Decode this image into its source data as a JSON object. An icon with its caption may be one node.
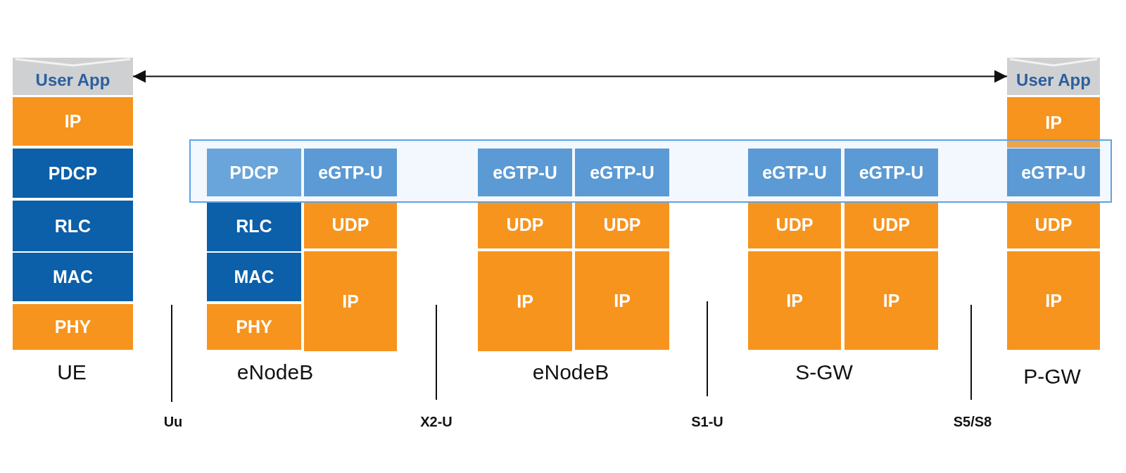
{
  "diagram": {
    "nodes": [
      {
        "text": [
          "User App"
        ]
      },
      {
        "text": [
          "IP"
        ]
      },
      {
        "text": [
          "PDCP"
        ]
      },
      {
        "text": [
          "RLC"
        ]
      },
      {
        "text": [
          "MAC"
        ]
      },
      {
        "text": [
          "PHY"
        ]
      },
      {
        "text": [
          "PDCP"
        ]
      },
      {
        "text": [
          "RLC"
        ]
      },
      {
        "text": [
          "MAC"
        ]
      },
      {
        "text": [
          "PHY"
        ]
      },
      {
        "text": [
          "eGTP-U"
        ]
      },
      {
        "text": [
          "UDP"
        ]
      },
      {
        "text": [
          "IP"
        ]
      },
      {
        "text": [
          "eGTP-U"
        ]
      },
      {
        "text": [
          "UDP"
        ]
      },
      {
        "text": [
          "IP"
        ]
      },
      {
        "text": [
          "eGTP-U"
        ]
      },
      {
        "text": [
          "UDP"
        ]
      },
      {
        "text": [
          "IP"
        ]
      },
      {
        "text": [
          "eGTP-U"
        ]
      },
      {
        "text": [
          "UDP"
        ]
      },
      {
        "text": [
          "IP"
        ]
      },
      {
        "text": [
          "eGTP-U"
        ]
      },
      {
        "text": [
          "UDP"
        ]
      },
      {
        "text": [
          "IP"
        ]
      },
      {
        "text": [
          "User App"
        ]
      },
      {
        "text": [
          "IP"
        ]
      },
      {
        "text": [
          "eGTP-U"
        ]
      },
      {
        "text": [
          "UDP"
        ]
      },
      {
        "text": [
          "IP"
        ]
      }
    ],
    "edges": [
      {
        "from": 0,
        "to": 25,
        "arrow": "both"
      }
    ],
    "labels": [
      "UE",
      "eNodeB",
      "eNodeB",
      "S-GW",
      "P-GW",
      "Uu",
      "X2-U",
      "S1-U",
      "S5/S8"
    ]
  }
}
